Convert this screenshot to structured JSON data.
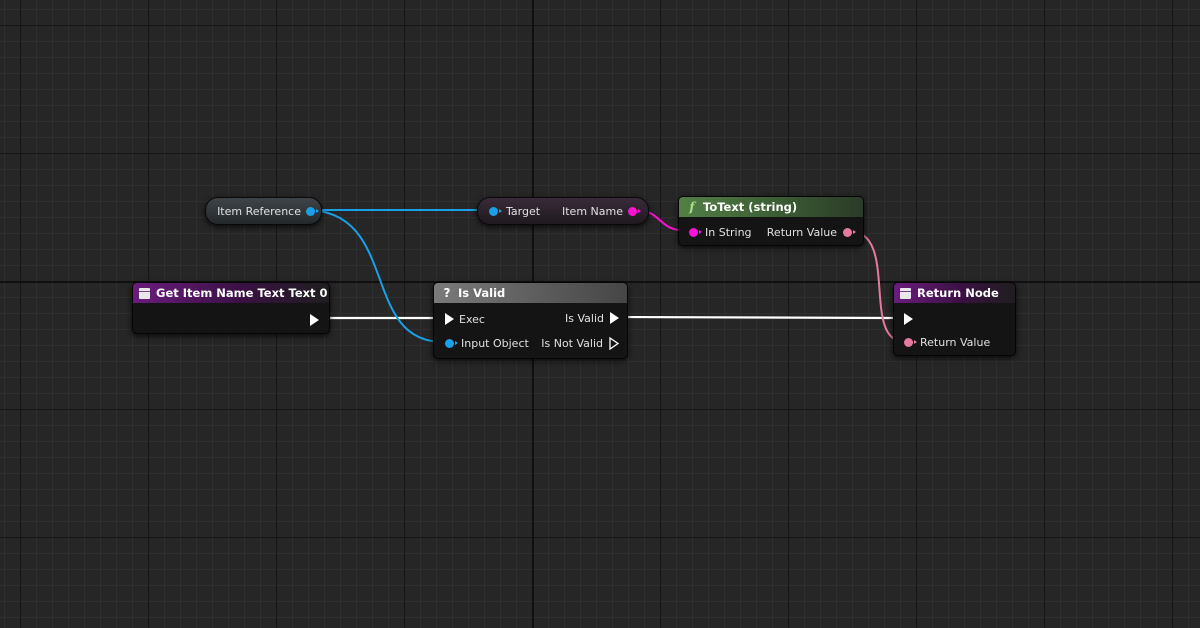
{
  "nodes": {
    "item_reference": {
      "label": "Item Reference"
    },
    "get_item_name": {
      "target_label": "Target",
      "output_label": "Item Name"
    },
    "function_entry": {
      "title": "Get Item Name Text Text 0"
    },
    "is_valid": {
      "title": "Is Valid",
      "exec_label": "Exec",
      "input_object_label": "Input Object",
      "is_valid_label": "Is Valid",
      "is_not_valid_label": "Is Not Valid"
    },
    "to_text": {
      "title": "ToText (string)",
      "in_string_label": "In String",
      "return_value_label": "Return Value"
    },
    "return_node": {
      "title": "Return Node",
      "return_value_label": "Return Value"
    }
  },
  "icons": {
    "function_entry": "function-entry-icon",
    "is_valid": "question-mark-icon",
    "to_text": "function-f-icon",
    "return_node": "function-entry-icon"
  },
  "colors": {
    "object_pin": "#1aa0e6",
    "string_pin": "#ff12d6",
    "text_pin": "#e57aa0",
    "exec_wire": "#ffffff",
    "entry_header": "#6a1c7d",
    "macro_header": "#7a7a7a",
    "pure_function_header": "#537f46"
  }
}
